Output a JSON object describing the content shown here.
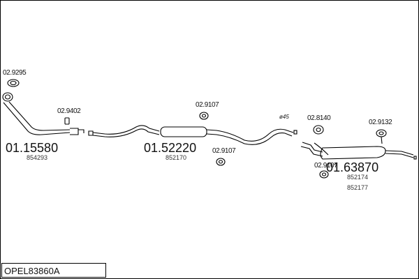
{
  "title": "OPEL83860A",
  "part_labels": {
    "p1": "02.9295",
    "p2": "02.9402",
    "p3": "02.9107",
    "p4": "02.9107",
    "p5": "02.8140",
    "p6": "02.9132",
    "p7": "02.9107"
  },
  "sections": [
    {
      "number": "01.15580",
      "sub": "854293"
    },
    {
      "number": "01.52220",
      "sub": "852170"
    },
    {
      "number": "01.63870",
      "sub1": "852174",
      "sub2": "852177"
    }
  ],
  "pipe_diameter": "ø45",
  "colors": {
    "line": "#000000",
    "background": "#ffffff"
  }
}
